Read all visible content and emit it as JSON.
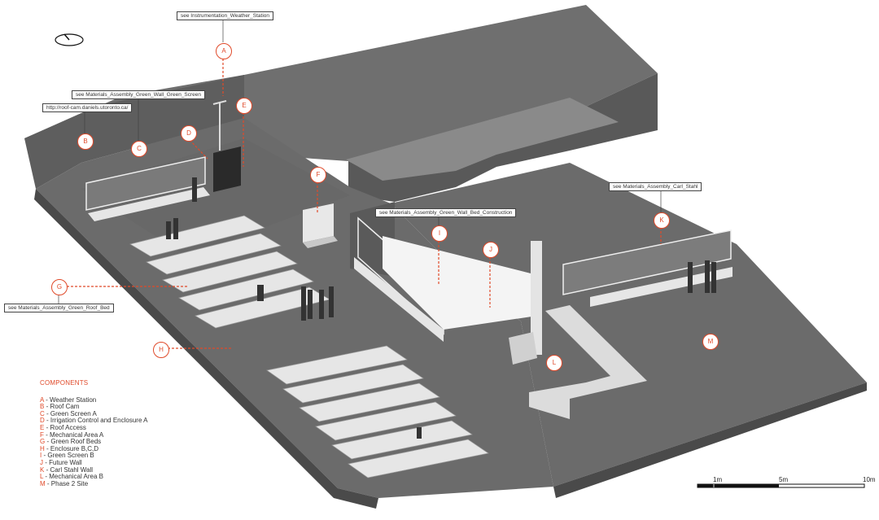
{
  "callouts": {
    "weather_station": "see Instrumentation_Weather_Station",
    "green_screen": "see Materials_Assembly_Green_Wall_Green_Screen",
    "roof_cam_url": "http://roof-cam.daniels.utoronto.ca/",
    "green_wall_bed": "see Materials_Assembly_Green_Wall_Bed_Construction",
    "carl_stahl": "see Materials_Assembly_Carl_Stahl",
    "green_roof_bed": "see Materials_Assembly_Green_Roof_Bed"
  },
  "markers": {
    "A": "A",
    "B": "B",
    "C": "C",
    "D": "D",
    "E": "E",
    "F": "F",
    "G": "G",
    "H": "H",
    "I": "I",
    "J": "J",
    "K": "K",
    "L": "L",
    "M": "M"
  },
  "legend": {
    "title": "COMPONENTS",
    "items": [
      {
        "key": "A",
        "label": " - Weather Station"
      },
      {
        "key": "B",
        "label": " - Roof Cam"
      },
      {
        "key": "C",
        "label": " - Green Screen A"
      },
      {
        "key": "D",
        "label": " - Irrigation Control and Enclosure A"
      },
      {
        "key": "E",
        "label": " - Roof Access"
      },
      {
        "key": "F",
        "label": " - Mechanical Area A"
      },
      {
        "key": "G",
        "label": " - Green Roof Beds"
      },
      {
        "key": "H",
        "label": " - Enclosure B,C,D"
      },
      {
        "key": "I",
        "label": " - Green Screen B"
      },
      {
        "key": "J",
        "label": " - Future Wall"
      },
      {
        "key": "K",
        "label": " - Carl Stahl Wall"
      },
      {
        "key": "L",
        "label": " - Mechanical Area B"
      },
      {
        "key": "M",
        "label": " - Phase 2 Site"
      }
    ]
  },
  "scale": {
    "l1": "1m",
    "l5": "5m",
    "l10": "10m"
  },
  "colors": {
    "accent": "#e04a2a",
    "roof": "#6b6b6b",
    "wall": "#555555",
    "beds": "#e6e6e6"
  }
}
